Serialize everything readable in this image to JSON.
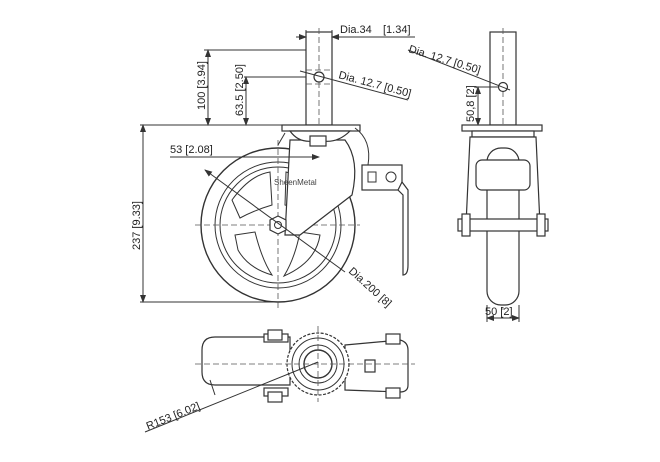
{
  "brand": "SheenMetal",
  "front_view": {
    "stem_diameter": "Dia.34",
    "stem_diameter_in": "[1.34]",
    "pin_diameter": "Dia. 12.7 [0.50]",
    "height_stem": "100 [3.94]",
    "height_pin": "63.5 [2.50]",
    "overall_height": "237 [9.33]",
    "offset": "53 [2.08]",
    "wheel_diameter": "Dia.200 [8]"
  },
  "side_view": {
    "pin_diameter": "Dia. 12.7 [0.50]",
    "pin_height": "50,8 [2]",
    "wheel_width": "50 [2]"
  },
  "top_view": {
    "swivel_radius": "R153 [6.02]"
  }
}
